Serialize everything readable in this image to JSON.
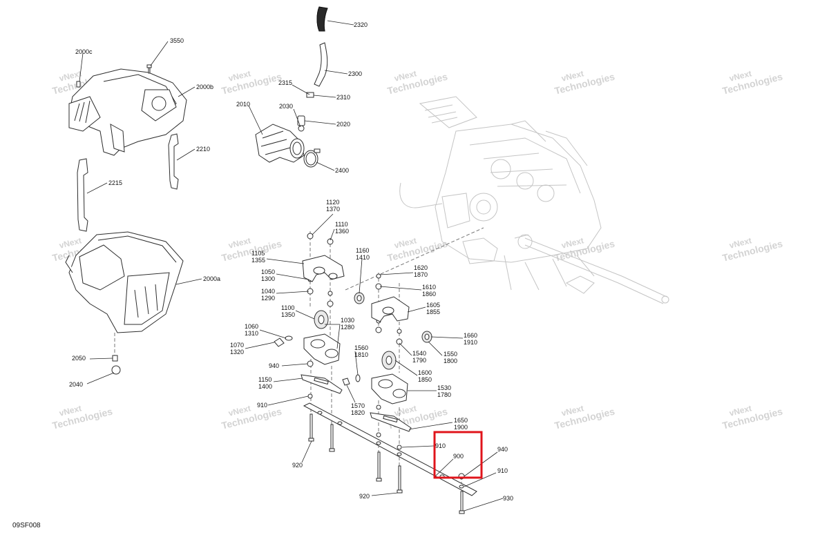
{
  "diagram_code": "09SF008",
  "watermark": {
    "line1": "vNext",
    "line2": "Technologies"
  },
  "callouts": [
    {
      "id": "c3550",
      "text": "3550"
    },
    {
      "id": "c2000c",
      "text": "2000c"
    },
    {
      "id": "c2000b",
      "text": "2000b"
    },
    {
      "id": "c2210",
      "text": "2210"
    },
    {
      "id": "c2215",
      "text": "2215"
    },
    {
      "id": "c2000a",
      "text": "2000a"
    },
    {
      "id": "c2050",
      "text": "2050"
    },
    {
      "id": "c2040",
      "text": "2040"
    },
    {
      "id": "c2320",
      "text": "2320"
    },
    {
      "id": "c2300",
      "text": "2300"
    },
    {
      "id": "c2315",
      "text": "2315"
    },
    {
      "id": "c2310",
      "text": "2310"
    },
    {
      "id": "c2010",
      "text": "2010"
    },
    {
      "id": "c2030",
      "text": "2030"
    },
    {
      "id": "c2020",
      "text": "2020"
    },
    {
      "id": "c2400",
      "text": "2400"
    },
    {
      "id": "c1120",
      "text": "1120"
    },
    {
      "id": "c1370",
      "text": "1370"
    },
    {
      "id": "c1110",
      "text": "1110"
    },
    {
      "id": "c1360",
      "text": "1360"
    },
    {
      "id": "c1105",
      "text": "1105"
    },
    {
      "id": "c1355",
      "text": "1355"
    },
    {
      "id": "c1160",
      "text": "1160"
    },
    {
      "id": "c1410",
      "text": "1410"
    },
    {
      "id": "c1620",
      "text": "1620"
    },
    {
      "id": "c1870",
      "text": "1870"
    },
    {
      "id": "c1050",
      "text": "1050"
    },
    {
      "id": "c1300",
      "text": "1300"
    },
    {
      "id": "c1610",
      "text": "1610"
    },
    {
      "id": "c1860",
      "text": "1860"
    },
    {
      "id": "c1040",
      "text": "1040"
    },
    {
      "id": "c1290",
      "text": "1290"
    },
    {
      "id": "c1605",
      "text": "1605"
    },
    {
      "id": "c1855",
      "text": "1855"
    },
    {
      "id": "c1100",
      "text": "1100"
    },
    {
      "id": "c1350",
      "text": "1350"
    },
    {
      "id": "c1030",
      "text": "1030"
    },
    {
      "id": "c1280",
      "text": "1280"
    },
    {
      "id": "c1060",
      "text": "1060"
    },
    {
      "id": "c1310",
      "text": "1310"
    },
    {
      "id": "c1660",
      "text": "1660"
    },
    {
      "id": "c1910",
      "text": "1910"
    },
    {
      "id": "c1070",
      "text": "1070"
    },
    {
      "id": "c1320",
      "text": "1320"
    },
    {
      "id": "c1560",
      "text": "1560"
    },
    {
      "id": "c1810",
      "text": "1810"
    },
    {
      "id": "c1540",
      "text": "1540"
    },
    {
      "id": "c1790",
      "text": "1790"
    },
    {
      "id": "c1550",
      "text": "1550"
    },
    {
      "id": "c1800",
      "text": "1800"
    },
    {
      "id": "c940a",
      "text": "940"
    },
    {
      "id": "c1600",
      "text": "1600"
    },
    {
      "id": "c1850",
      "text": "1850"
    },
    {
      "id": "c1150",
      "text": "1150"
    },
    {
      "id": "c1400",
      "text": "1400"
    },
    {
      "id": "c1530",
      "text": "1530"
    },
    {
      "id": "c1780",
      "text": "1780"
    },
    {
      "id": "c910a",
      "text": "910"
    },
    {
      "id": "c1570",
      "text": "1570"
    },
    {
      "id": "c1820",
      "text": "1820"
    },
    {
      "id": "c1650",
      "text": "1650"
    },
    {
      "id": "c1900",
      "text": "1900"
    },
    {
      "id": "c910b",
      "text": "910"
    },
    {
      "id": "c900",
      "text": "900"
    },
    {
      "id": "c940b",
      "text": "940"
    },
    {
      "id": "c920a",
      "text": "920"
    },
    {
      "id": "c910c",
      "text": "910"
    },
    {
      "id": "c920b",
      "text": "920"
    },
    {
      "id": "c930",
      "text": "930"
    }
  ]
}
